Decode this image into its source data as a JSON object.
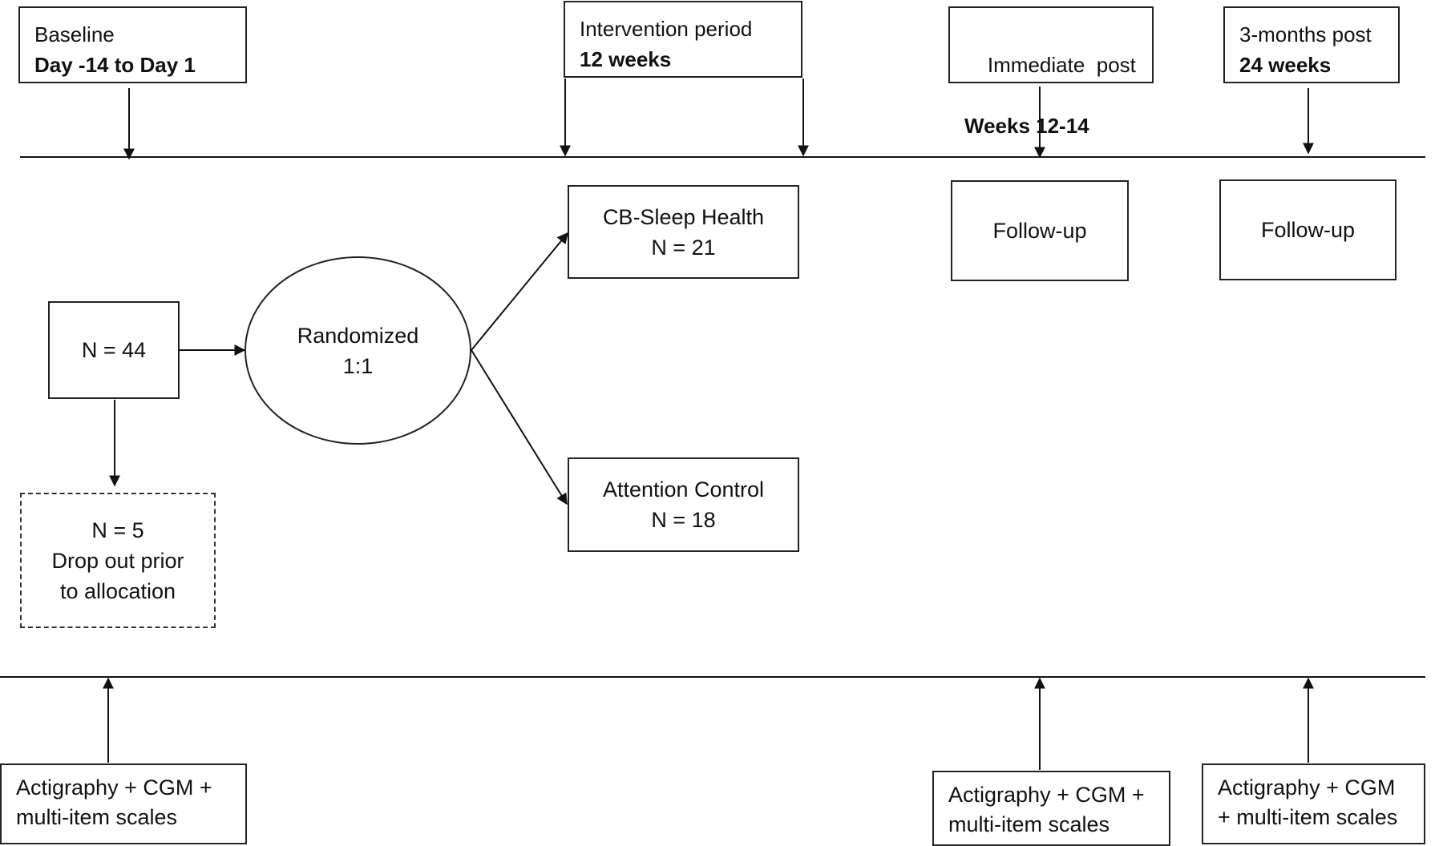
{
  "timeline": {
    "baseline": {
      "label": "Baseline",
      "period": "Day -14 to Day 1"
    },
    "intervention": {
      "label": "Intervention period",
      "period": "12 weeks"
    },
    "immediate_post": {
      "label": "Immediate  post",
      "period": "Weeks 12-14"
    },
    "three_months_post": {
      "label": "3-months post",
      "period": "24 weeks"
    }
  },
  "flow": {
    "enrolled": "N = 44",
    "randomized": {
      "label": "Randomized",
      "ratio": "1:1"
    },
    "dropout": {
      "count": "N = 5",
      "line1": "Drop out prior",
      "line2": "to allocation"
    },
    "arm_cb": {
      "name": "CB-Sleep Health",
      "count": "N = 21"
    },
    "arm_control": {
      "name": "Attention Control",
      "count": "N = 18"
    },
    "followup_1": "Follow-up",
    "followup_2": "Follow-up"
  },
  "measures": {
    "baseline": {
      "line1": "Actigraphy + CGM +",
      "line2": "multi-item scales"
    },
    "immediate_post": {
      "line1": "Actigraphy + CGM +",
      "line2": "multi-item scales"
    },
    "three_months_post": {
      "line1": "Actigraphy + CGM",
      "line2": "+ multi-item scales"
    }
  }
}
